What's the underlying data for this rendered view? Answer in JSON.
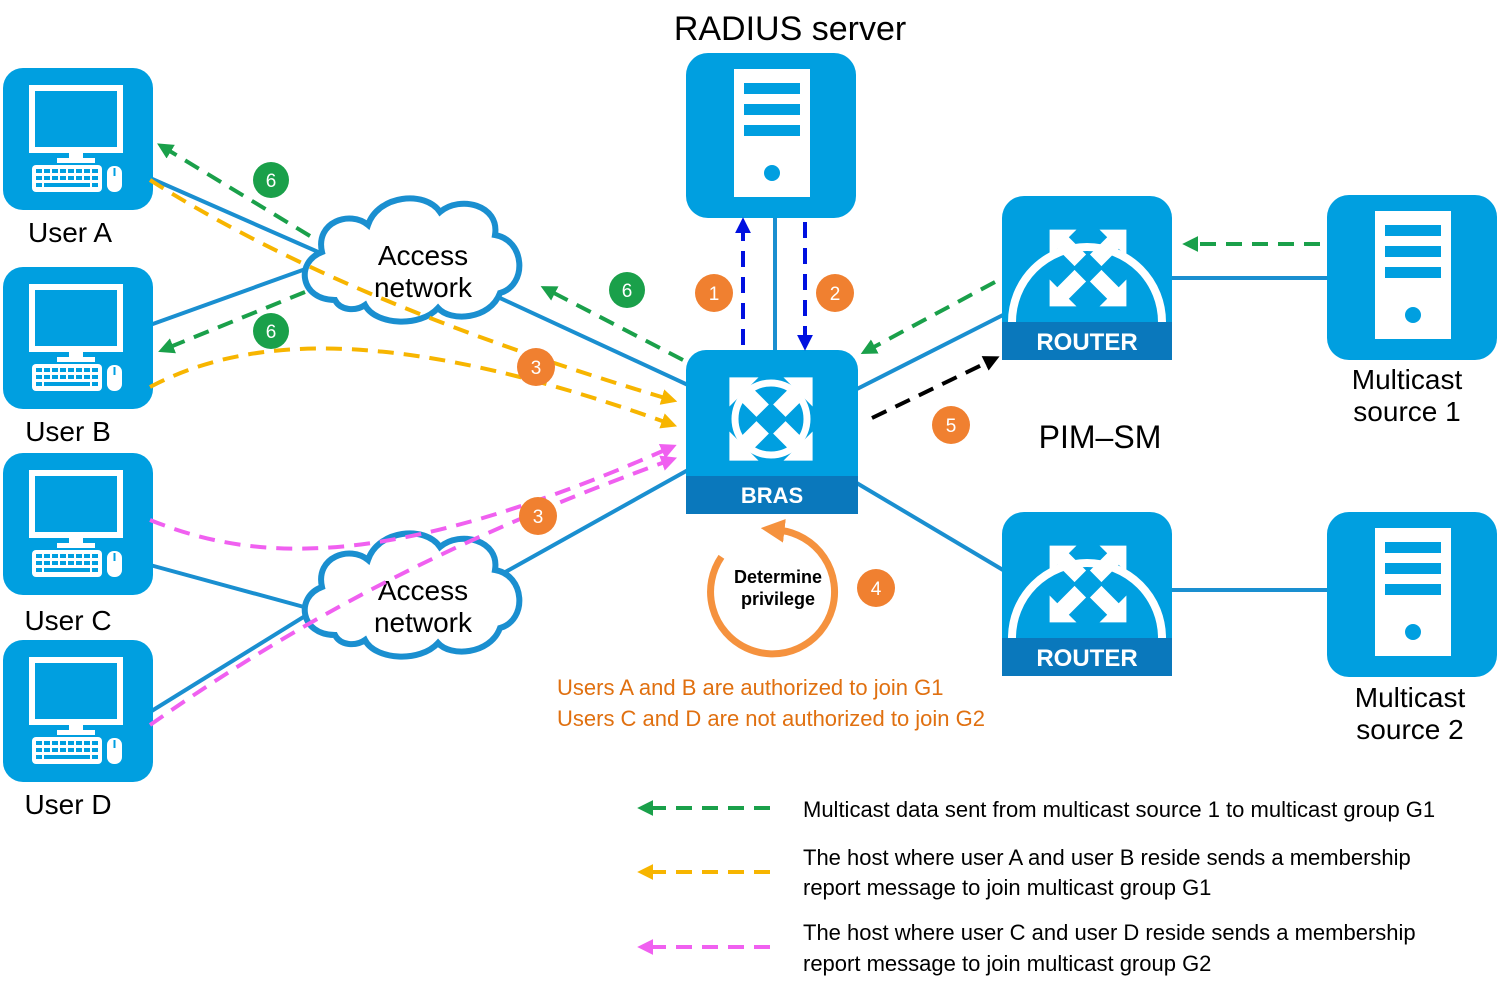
{
  "radius": {
    "title": "RADIUS server"
  },
  "users": [
    {
      "label": "User A"
    },
    {
      "label": "User B"
    },
    {
      "label": "User C"
    },
    {
      "label": "User D"
    }
  ],
  "access_network": {
    "line1": "Access",
    "line2": "network"
  },
  "bras": {
    "label": "BRAS"
  },
  "routers": [
    {
      "label": "ROUTER"
    },
    {
      "label": "ROUTER"
    }
  ],
  "sources": [
    {
      "line1": "Multicast",
      "line2": "source 1"
    },
    {
      "line1": "Multicast",
      "line2": "source 2"
    }
  ],
  "protocol": "PIM–SM",
  "determine": {
    "line1": "Determine",
    "line2": "privilege"
  },
  "steps": {
    "s1": "1",
    "s2": "2",
    "s3": "3",
    "s4": "4",
    "s5": "5",
    "s6": "6"
  },
  "authorization": {
    "line1": "Users A and B are authorized to join G1",
    "line2": "Users C and D are not authorized to join G2"
  },
  "legend": [
    {
      "color": "#1aa04a",
      "lines": [
        "Multicast data sent from multicast source 1 to multicast group G1"
      ]
    },
    {
      "color": "#f7b500",
      "lines": [
        "The host where user A and user B reside sends a membership",
        "report message to join multicast group G1"
      ]
    },
    {
      "color": "#f060f0",
      "lines": [
        "The host where user C and user D reside sends a membership",
        "report message to join multicast group G2"
      ]
    }
  ],
  "colors": {
    "device_blue": "#009fe0",
    "link_blue": "#1a8fd0",
    "badge_orange": "#f08030",
    "badge_green": "#1aa04a",
    "green": "#1aa04a",
    "yellow": "#f7b500",
    "pink": "#f060f0",
    "dark_blue": "#0010e0",
    "black": "#000000",
    "auth_text": "#e07010"
  }
}
